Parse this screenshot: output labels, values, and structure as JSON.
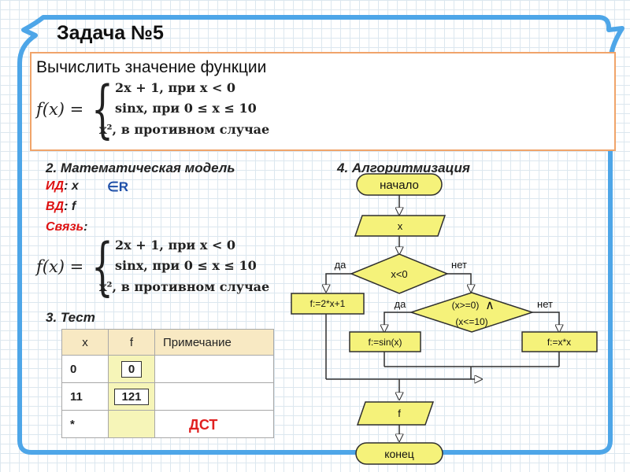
{
  "title": "Задача №5",
  "task": {
    "text": "Вычислить значение функции",
    "formula": {
      "lhs": "f(x) =",
      "cases": [
        "2x + 1, при x < 0",
        "sinx, при 0 ≤ x ≤ 10",
        "x², в противном случае"
      ]
    }
  },
  "model": {
    "heading": "2. Математическая модель",
    "input_label": "ИД",
    "input_value": ": x",
    "input_set": "∈R",
    "output_label": "ВД",
    "output_value": ": f",
    "link_label": "Связь",
    "link_colon": ":"
  },
  "test": {
    "heading": "3. Тест",
    "columns": [
      "x",
      "f",
      "Примечание"
    ],
    "rows": [
      {
        "x": "0",
        "f": "0",
        "note": ""
      },
      {
        "x": "11",
        "f": "121",
        "note": ""
      },
      {
        "x": "*",
        "f": "",
        "note": ""
      }
    ],
    "dst": "ДСТ"
  },
  "algo": {
    "heading": "4. Алгоритмизация",
    "start": "начало",
    "input": "x",
    "cond1": "x<0",
    "yes1": "да",
    "no1": "нет",
    "assign1": "f:=2*x+1",
    "cond2_line1": "(x>=0)",
    "cond2_and": "∧",
    "cond2_line2": "(x<=10)",
    "yes2": "да",
    "no2": "нет",
    "assign2": "f:=sin(x)",
    "assign3": "f:=x*x",
    "output": "f",
    "end": "конец"
  },
  "colors": {
    "frame": "#4ea6e8",
    "task_border": "#f0a46a",
    "flow_fill": "#f5f27a",
    "flow_stroke": "#2f2f2f",
    "table_header": "#f8e9c3",
    "dst": "#e02020"
  }
}
